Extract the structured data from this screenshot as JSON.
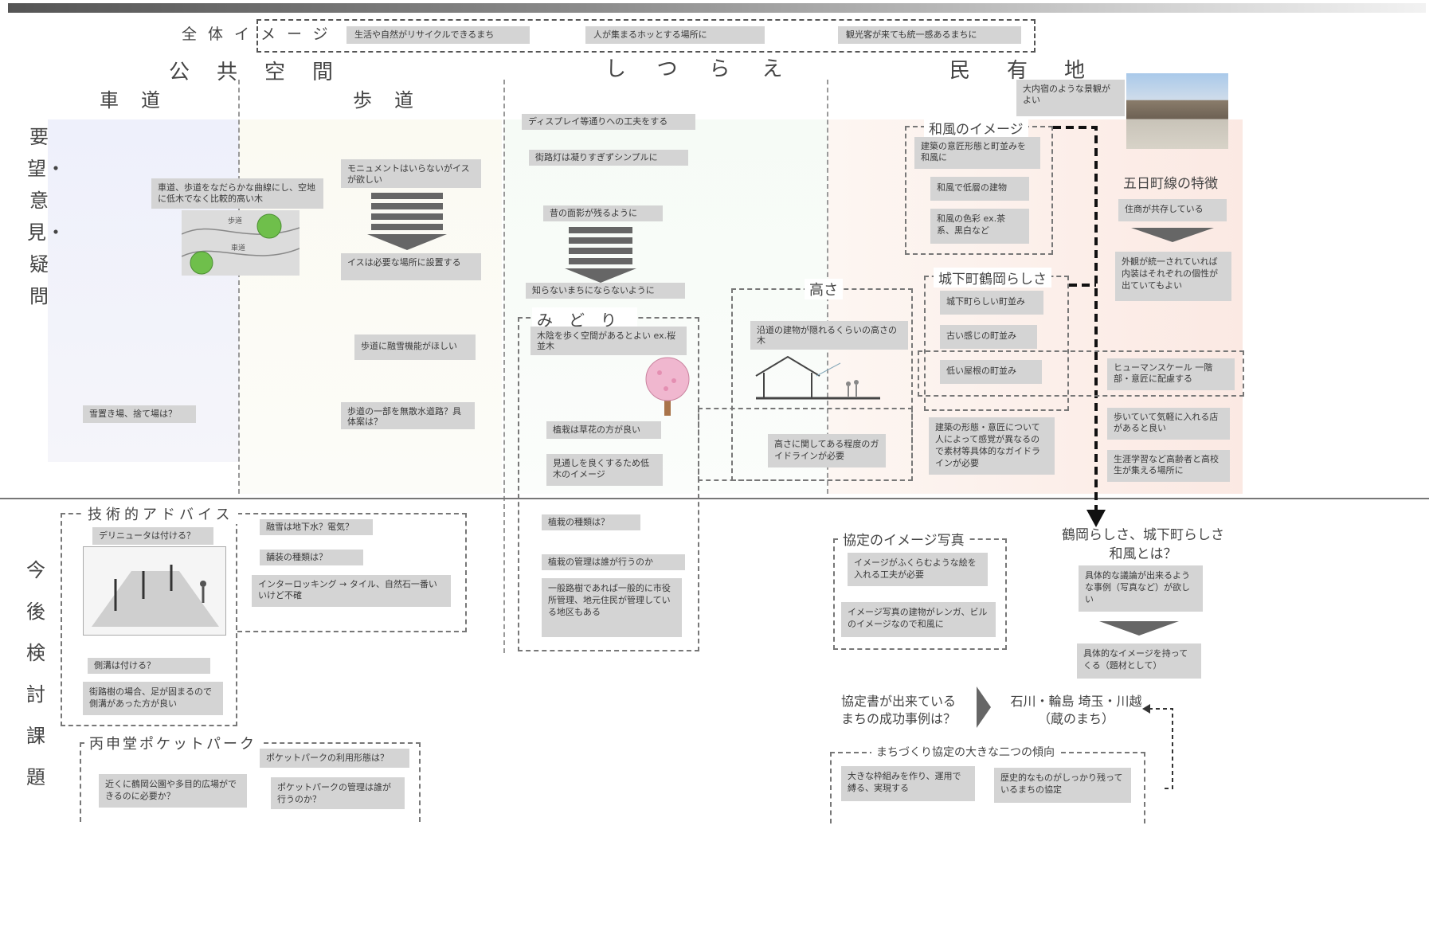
{
  "overall": {
    "title": "全体イメージ",
    "items": [
      "生活や自然がリサイクルできるまち",
      "人が集まるホッとする場所に",
      "観光客が来ても統一感あるまちに"
    ]
  },
  "sections": {
    "public_space": "公共空間",
    "shitsurae": "しつらえ",
    "private_land": "民有地"
  },
  "columns": {
    "roadway": "車道",
    "sidewalk": "歩道"
  },
  "rows": {
    "requests": "要望・意見・疑問",
    "issues": "今後検討課題"
  },
  "roadway": {
    "b1": "車道、歩道をなだらかな曲線にし、空地に低木でなく比較的高い木",
    "diagram_labels": [
      "歩道",
      "車道"
    ],
    "b2": "雪置き場、捨て場は？"
  },
  "sidewalk": {
    "b1": "モニュメントはいらないがイスが欲しい",
    "b2": "イスは必要な場所に設置する",
    "b3": "歩道に融雪機能がほしい",
    "b4": "歩道の一部を無散水道路？具体案は？"
  },
  "shitsurae": {
    "b1": "ディスプレイ等通りへの工夫をする",
    "b2": "街路灯は凝りすぎずシンプルに",
    "b3": "昔の面影が残るように",
    "b4": "知らないまちにならないように",
    "midori_title": "みどり",
    "m1": "木陰を歩く空間があるとよい ex.桜並木",
    "m2": "植栽は草花の方が良い",
    "m3": "見通しを良くするため低木のイメージ"
  },
  "height": {
    "title": "高さ",
    "b1": "沿道の建物が隠れるくらいの高さの木",
    "b2": "高さに関してある程度のガイドラインが必要"
  },
  "private": {
    "photo_caption": "大内宿のような景観がよい",
    "wafu_title": "和風のイメージ",
    "w1": "建築の意匠形態と町並みを和風に",
    "w2": "和風で低層の建物",
    "w3": "和風の色彩 ex.茶系、黒白など",
    "jokamachi_title": "城下町鶴岡らしさ",
    "j1": "城下町らしい町並み",
    "j2": "古い感じの町並み",
    "j3": "低い屋根の町並み",
    "j4": "建築の形態・意匠について人によって感覚が異なるので素材等具体的なガイドラインが必要",
    "itsuka_title": "五日町線の特徴",
    "i1": "住商が共存している",
    "i2": "外観が統一されていれば内装はそれぞれの個性が出ていてもよい",
    "i3": "ヒューマンスケール 一階部・意匠に配慮する",
    "i4": "歩いていて気軽に入れる店があると良い",
    "i5": "生涯学習など高齢者と高校生が集える場所に"
  },
  "issues": {
    "tech_title": "技術的アドバイス",
    "t1": "デリニュータは付ける？",
    "t2": "側溝は付ける？",
    "t3": "街路樹の場合、足が固まるので側溝があった方が良い",
    "t4": "融雪は地下水？電気？",
    "t5": "舗装の種類は？",
    "t6": "インターロッキング → タイル、自然石一番いいけど不確",
    "pocket_title": "丙申堂ポケットパーク",
    "p1": "ポケットパークの利用形態は？",
    "p2": "近くに鶴岡公園や多目的広場ができるのに必要か？",
    "p3": "ポケットパークの管理は誰が行うのか？",
    "s1": "植栽の種類は？",
    "s2": "植栽の管理は誰が行うのか",
    "s3": "一般路樹であれば一般的に市役所管理、地元住民が管理している地区もある",
    "kyotei_title": "協定のイメージ写真",
    "k1": "イメージがふくらむような絵を入れる工夫が必要",
    "k2": "イメージ写真の建物がレンガ、ビルのイメージなので和風に",
    "tsuruoka_q": "鶴岡らしさ、城下町らしさ和風とは？",
    "tq1": "具体的な議論が出来るような事例（写真など）が欲しい",
    "tq2": "具体的なイメージを持ってくる（題材として）",
    "success_q": "協定書が出来ている まちの成功事例は？",
    "examples": "石川・輪島 埼玉・川越（蔵のまち）",
    "trend_title": "まちづくり協定の大きな二つの傾向",
    "tr1": "大きな枠組みを作り、運用で縛る、実現する",
    "tr2": "歴史的なものがしっかり残っているまちの協定"
  }
}
